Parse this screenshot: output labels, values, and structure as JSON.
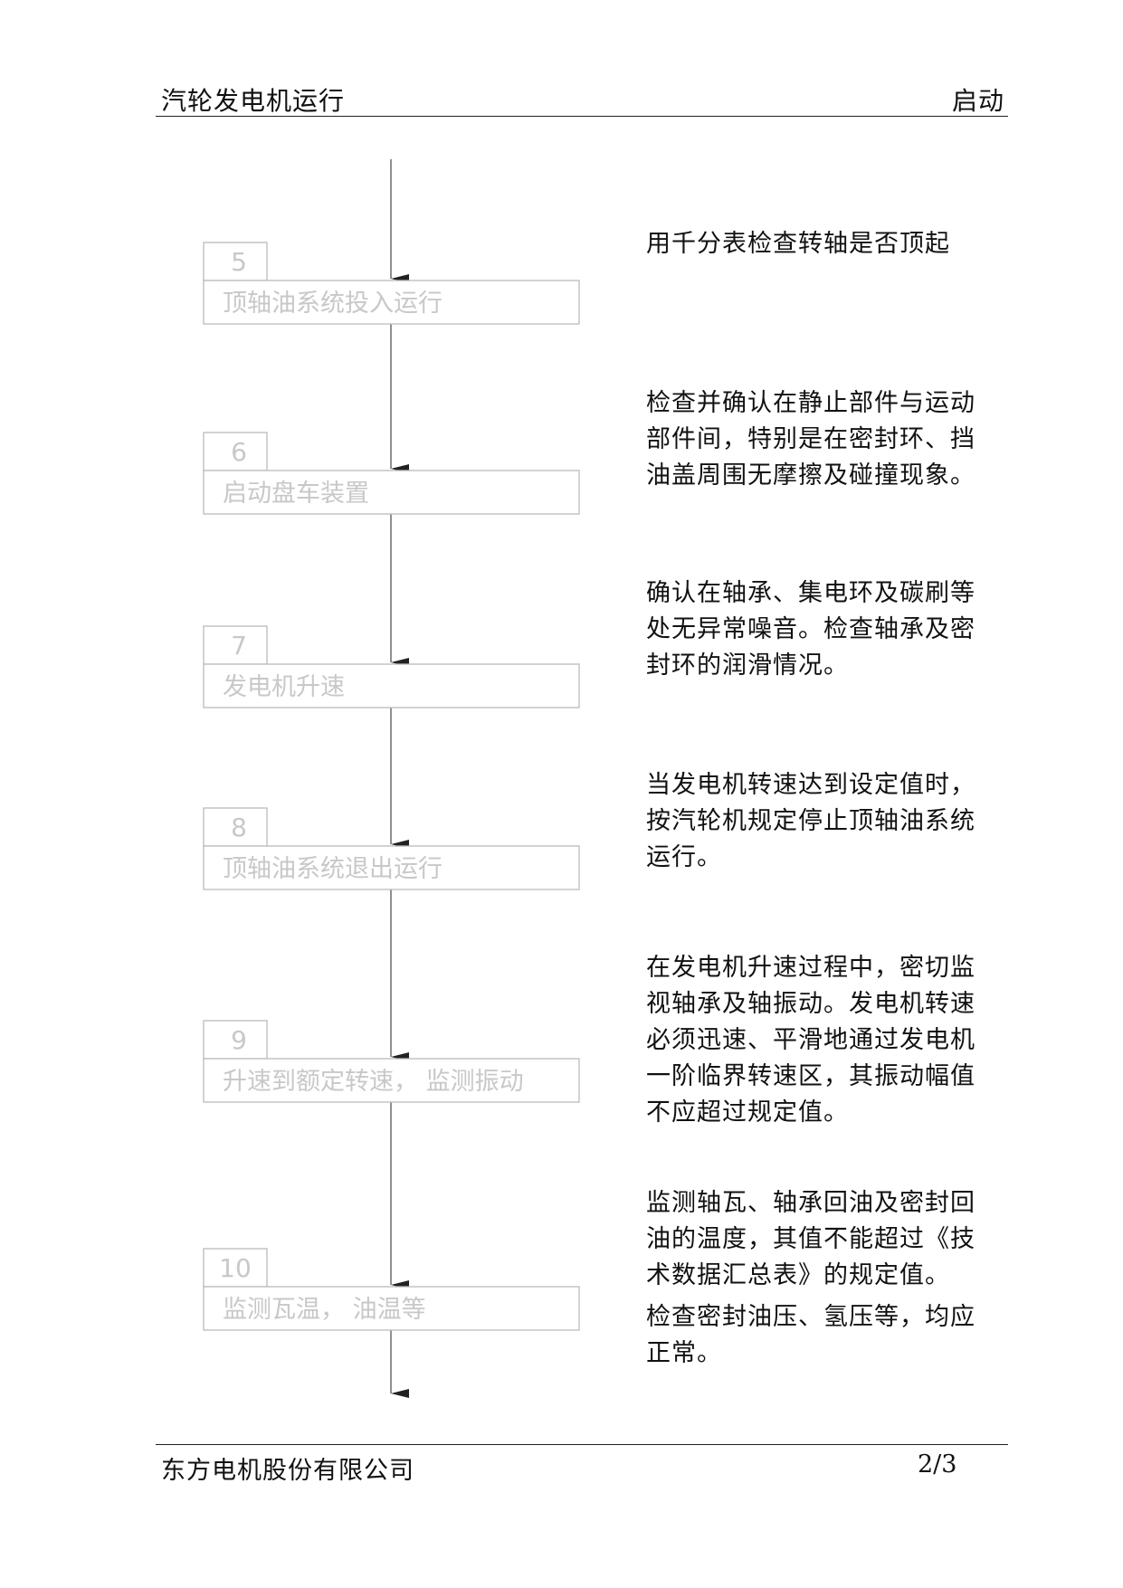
{
  "header": {
    "title": "汽轮发电机运行",
    "section": "启动"
  },
  "footer": {
    "company": "东方电机股份有限公司",
    "page": "2/3"
  },
  "steps": [
    {
      "number": "5",
      "label": "顶轴油系统投入运行"
    },
    {
      "number": "6",
      "label": "启动盘车装置"
    },
    {
      "number": "7",
      "label": "发电机升速"
    },
    {
      "number": "8",
      "label": "顶轴油系统退出运行"
    },
    {
      "number": "9",
      "label": "升速到额定转速， 监测振动"
    },
    {
      "number": "10",
      "label": "监测瓦温， 油温等"
    }
  ],
  "notes": [
    {
      "text": "用千分表检查转轴是否顶起"
    },
    {
      "text": "检查并确认在静止部件与运动部件间，特别是在密封环、挡油盖周围无摩擦及碰撞现象。"
    },
    {
      "text": "确认在轴承、集电环及碳刷等处无异常噪音。检查轴承及密封环的润滑情况。"
    },
    {
      "text": "当发电机转速达到设定值时，按汽轮机规定停止顶轴油系统运行。"
    },
    {
      "text": "在发电机升速过程中，密切监视轴承及轴振动。发电机转速必须迅速、平滑地通过发电机一阶临界转速区，其振动幅值不应超过规定值。"
    },
    {
      "text": "监测轴瓦、轴承回油及密封回油的温度，其值不能超过《技术数据汇总表》的规定值。"
    },
    {
      "text": "检查密封油压、氢压等，均应正常。"
    }
  ]
}
